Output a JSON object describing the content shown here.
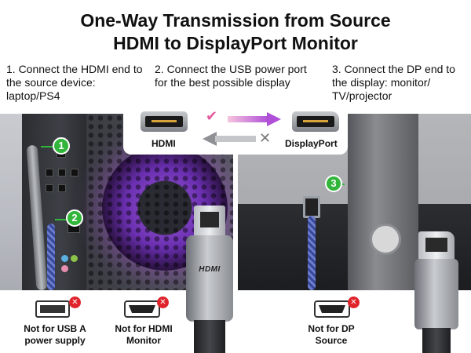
{
  "title": {
    "line1": "One-Way Transmission from Source",
    "line2": "HDMI to DisplayPort Monitor"
  },
  "steps": [
    {
      "text": "1. Connect the HDMI end to the source device: laptop/PS4"
    },
    {
      "text": "2. Connect the USB power port for the best possible display"
    },
    {
      "text": "3. Connect the DP end to the display: monitor/ TV/projector"
    }
  ],
  "direction_card": {
    "from_label": "HDMI",
    "to_label": "DisplayPort",
    "forward_mark": "check-icon",
    "reverse_mark": "cross-icon"
  },
  "callouts": [
    "1",
    "2",
    "3"
  ],
  "warnings": [
    {
      "label_line1": "Not for USB A",
      "label_line2": "power supply",
      "icon": "usb-a-port-icon"
    },
    {
      "label_line1": "Not for HDMI",
      "label_line2": "Monitor",
      "icon": "hdmi-port-icon"
    },
    {
      "label_line1": "Not for DP",
      "label_line2": "Source",
      "icon": "hdmi-port-icon"
    }
  ],
  "connector_text": "HDMI",
  "colors": {
    "callout_green": "#31b53a",
    "prohibit_red": "#e0242b",
    "arrow_pink": "#e65ba0",
    "fan_glow": "#9b5cd8"
  }
}
